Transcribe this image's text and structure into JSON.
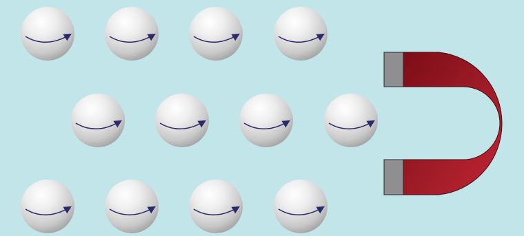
{
  "scene": {
    "background_color": "#c2e5ea",
    "sphere_color": "#cfcfcf",
    "spin_arrow_color": "#2b2a6b",
    "magnet_body_color": "#a8202b",
    "magnet_pole_color": "#8f8f92",
    "sphere_rows": [
      4,
      4,
      4
    ],
    "spin_direction": "clockwise-arrow-pointing-right"
  }
}
